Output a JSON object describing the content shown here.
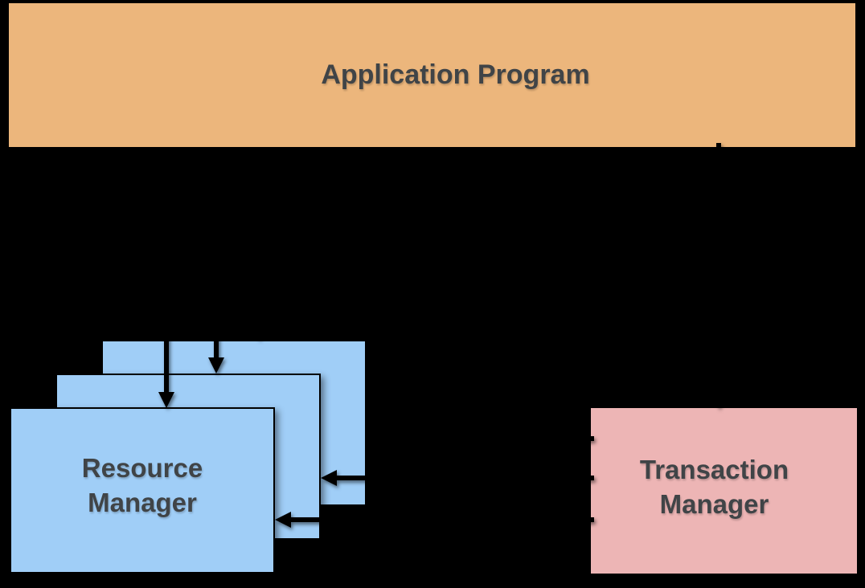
{
  "diagram": {
    "background_color": "#000000",
    "label_color": "#404447",
    "arrow_color": "#000000",
    "boxes": {
      "application_program": {
        "label": "Application Program",
        "fill": "#ecb67c"
      },
      "resource_manager": {
        "label": "Resource\nManager",
        "fill": "#a0cef7",
        "stack_count": 3
      },
      "transaction_manager": {
        "label": "Transaction\nManager",
        "fill": "#edb5b5"
      }
    },
    "arrows": [
      {
        "from": "application-program",
        "to": "resource-manager-front",
        "direction": "down"
      },
      {
        "from": "application-program",
        "to": "resource-manager-middle",
        "direction": "down"
      },
      {
        "from": "application-program",
        "to": "resource-manager-back",
        "direction": "down"
      },
      {
        "from": "application-program",
        "to": "transaction-manager",
        "direction": "down"
      },
      {
        "from": "transaction-manager",
        "to": "resource-manager-back",
        "direction": "left"
      },
      {
        "from": "transaction-manager",
        "to": "resource-manager-middle",
        "direction": "left"
      },
      {
        "from": "transaction-manager",
        "to": "resource-manager-front",
        "direction": "left"
      }
    ]
  }
}
